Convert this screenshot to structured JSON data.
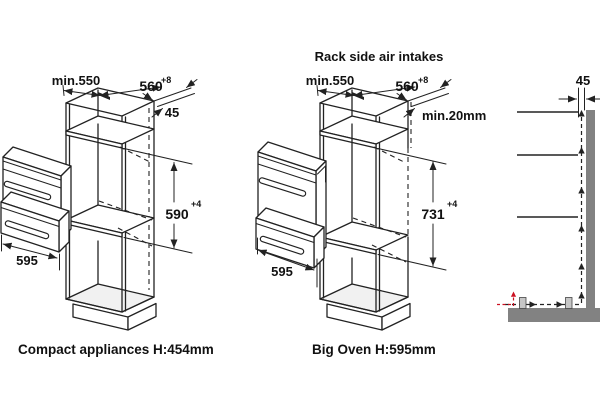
{
  "left_diagram": {
    "width_label": "min.550",
    "depth_label": "560",
    "depth_tolerance": "+8",
    "rear_gap_label": "45",
    "niche_height_label": "590",
    "niche_tolerance": "+4",
    "appliance_width_label": "595",
    "caption": "Compact appliances H:454mm"
  },
  "middle_diagram": {
    "title": "Rack side air intakes",
    "width_label": "min.550",
    "depth_label": "560",
    "depth_tolerance": "+8",
    "rear_gap_label": "min.20mm",
    "niche_height_label": "731",
    "niche_tolerance": "+4",
    "appliance_width_label": "595",
    "caption": "Big Oven H:595mm"
  },
  "right_diagram": {
    "wall_gap_label": "45"
  },
  "colors": {
    "line": "#222222",
    "wall_gray": "#828282",
    "foot_gray": "#c6c6c6",
    "airflow_red": "#cc1122",
    "background": "#ffffff"
  }
}
